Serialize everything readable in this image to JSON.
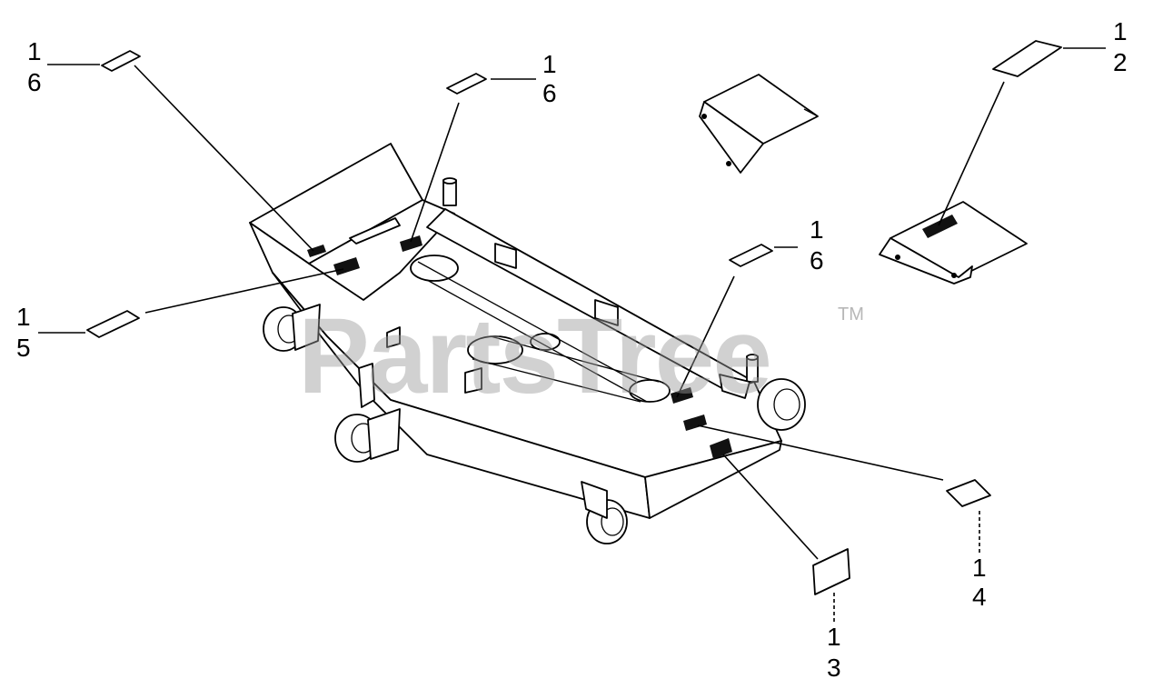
{
  "callouts": [
    {
      "id": "c16a",
      "line1": "1",
      "line2": "6"
    },
    {
      "id": "c16b",
      "line1": "1",
      "line2": "6"
    },
    {
      "id": "c12",
      "line1": "1",
      "line2": "2"
    },
    {
      "id": "c16c",
      "line1": "1",
      "line2": "6"
    },
    {
      "id": "c15",
      "line1": "1",
      "line2": "5"
    },
    {
      "id": "c14",
      "line1": "1",
      "line2": "4"
    },
    {
      "id": "c13",
      "line1": "1",
      "line2": "3"
    }
  ],
  "watermark": {
    "text": "PartsTree",
    "tm": "TM"
  },
  "colors": {
    "ink": "#000000",
    "watermark": "#9a9a9a",
    "background": "#ffffff"
  }
}
